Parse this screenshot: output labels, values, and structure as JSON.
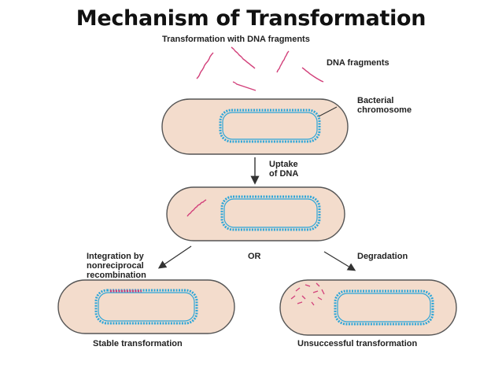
{
  "title": "Mechanism of Transformation",
  "labels": {
    "transformation_with_dna": "Transformation with DNA fragments",
    "dna_fragments": "DNA fragments",
    "bacterial_chromosome": "Bacterial\nchromosome",
    "uptake": "Uptake\nof DNA",
    "integration": "Integration by\nnonreciprocal\nrecombination",
    "or": "OR",
    "degradation": "Degradation",
    "stable": "Stable transformation",
    "unsuccessful": "Unsuccessful transformation"
  },
  "colors": {
    "cell_fill": "#f3dccc",
    "cell_stroke": "#555555",
    "chromosome": "#2fa6d8",
    "dna": "#d2407a",
    "arrow": "#333333"
  }
}
